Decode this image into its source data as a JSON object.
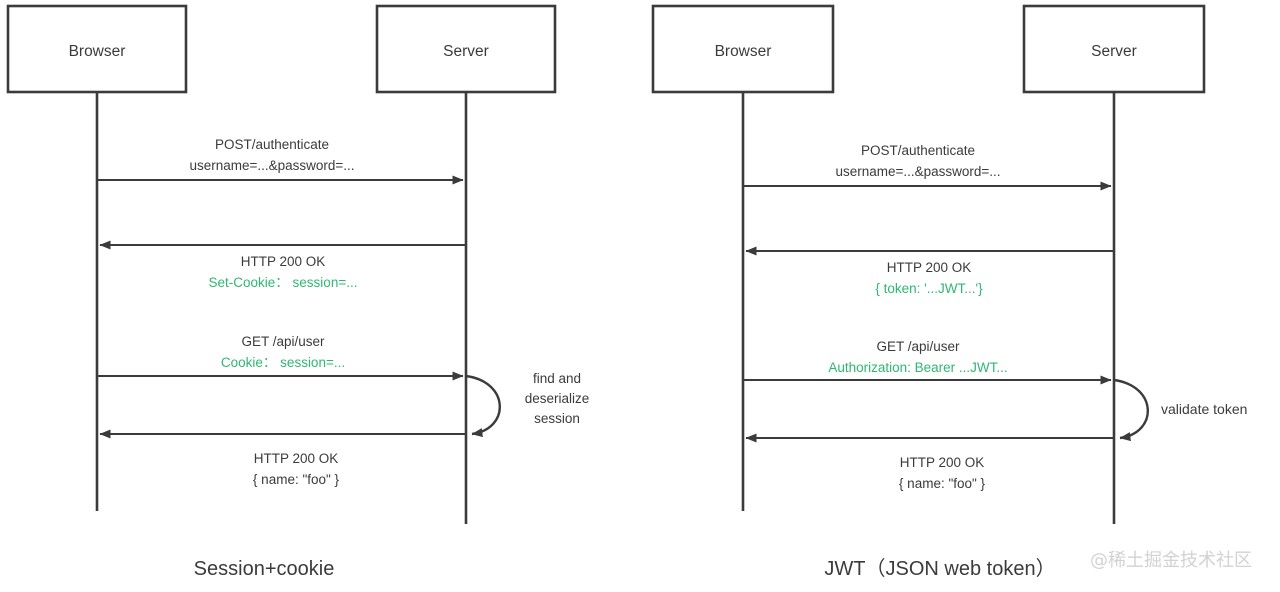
{
  "diagram": {
    "type": "sequence-diagram",
    "background": "#ffffff",
    "line_color": "#3b3b3b",
    "accent_green": "#2eb872",
    "watermark": "@稀土掘金技术社区",
    "panels": [
      {
        "id": "session-cookie",
        "caption": "Session+cookie",
        "actors": [
          {
            "id": "browser",
            "label": "Browser"
          },
          {
            "id": "server",
            "label": "Server"
          }
        ],
        "messages": [
          {
            "id": "auth-request",
            "direction": "right",
            "from": "browser",
            "to": "server",
            "label_position": "above",
            "lines": [
              {
                "text": "POST/authenticate",
                "color": "default"
              },
              {
                "text": "username=...&password=...",
                "color": "default"
              }
            ]
          },
          {
            "id": "auth-response",
            "direction": "left",
            "from": "server",
            "to": "browser",
            "label_position": "below",
            "lines": [
              {
                "text": "HTTP 200 OK",
                "color": "default"
              },
              {
                "text": "Set-Cookie： session=...",
                "color": "green"
              }
            ]
          },
          {
            "id": "api-request",
            "direction": "right",
            "from": "browser",
            "to": "server",
            "label_position": "above",
            "lines": [
              {
                "text": "GET /api/user",
                "color": "default"
              },
              {
                "text": "Cookie： session=...",
                "color": "green"
              }
            ]
          },
          {
            "id": "api-response",
            "direction": "left",
            "from": "server",
            "to": "browser",
            "label_position": "below",
            "lines": [
              {
                "text": "HTTP 200 OK",
                "color": "default"
              },
              {
                "text": "{ name: \"foo\" }",
                "color": "default"
              }
            ]
          }
        ],
        "self_loop": {
          "id": "server-selfloop",
          "on": "server",
          "note_lines": [
            "find and",
            "deserialize",
            "session"
          ],
          "note_align": "center"
        }
      },
      {
        "id": "jwt",
        "caption": "JWT（JSON web token）",
        "actors": [
          {
            "id": "browser",
            "label": "Browser"
          },
          {
            "id": "server",
            "label": "Server"
          }
        ],
        "messages": [
          {
            "id": "auth-request",
            "direction": "right",
            "from": "browser",
            "to": "server",
            "label_position": "above",
            "lines": [
              {
                "text": "POST/authenticate",
                "color": "default"
              },
              {
                "text": "username=...&password=...",
                "color": "default"
              }
            ]
          },
          {
            "id": "auth-response",
            "direction": "left",
            "from": "server",
            "to": "browser",
            "label_position": "below",
            "lines": [
              {
                "text": "HTTP 200 OK",
                "color": "default"
              },
              {
                "text": "{ token: '...JWT...'}",
                "color": "green"
              }
            ]
          },
          {
            "id": "api-request",
            "direction": "right",
            "from": "browser",
            "to": "server",
            "label_position": "above",
            "lines": [
              {
                "text": "GET /api/user",
                "color": "default"
              },
              {
                "text": "Authorization: Bearer ...JWT...",
                "color": "green"
              }
            ]
          },
          {
            "id": "api-response",
            "direction": "left",
            "from": "server",
            "to": "browser",
            "label_position": "below",
            "lines": [
              {
                "text": "HTTP 200 OK",
                "color": "default"
              },
              {
                "text": "{ name: \"foo\" }",
                "color": "default"
              }
            ]
          }
        ],
        "self_loop": {
          "id": "server-selfloop",
          "on": "server",
          "note_lines": [
            "validate token"
          ],
          "note_align": "left"
        }
      }
    ]
  }
}
